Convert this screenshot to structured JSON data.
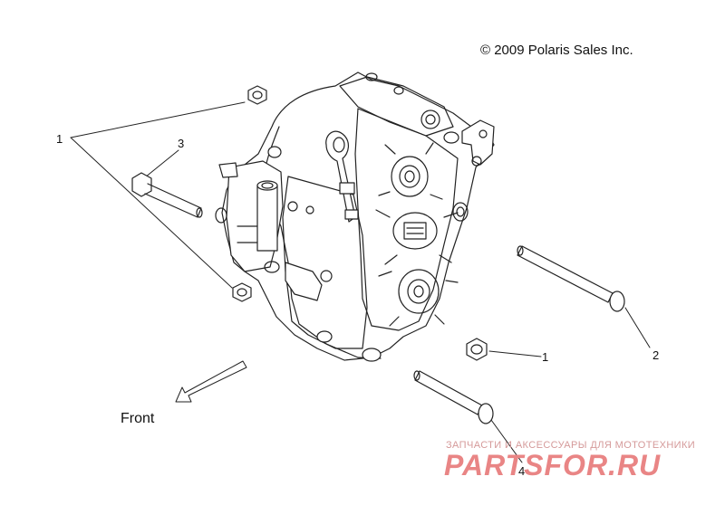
{
  "copyright": "© 2009 Polaris Sales Inc.",
  "callouts": [
    "1",
    "3",
    "2",
    "1",
    "4"
  ],
  "direction": {
    "label": "Front",
    "icon": "front-arrow-icon"
  },
  "watermark": {
    "caption": "ЗАПЧАСТИ И АКСЕССУАРЫ ДЛЯ МОТОТЕХНИКИ",
    "logo": "PARTSFOR.RU",
    "color": "#e98585"
  },
  "parts": [
    "nut-top",
    "bolt-3",
    "gearcase",
    "bolt-2",
    "nut-lower-left",
    "nut-lower-right",
    "bolt-4"
  ]
}
